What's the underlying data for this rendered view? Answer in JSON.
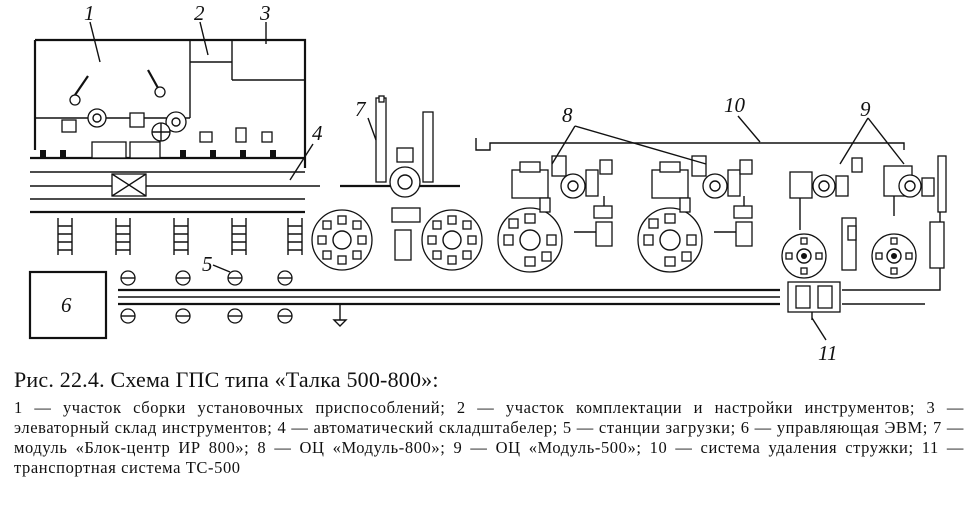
{
  "figure": {
    "callouts": [
      "1",
      "2",
      "3",
      "4",
      "5",
      "6",
      "7",
      "8",
      "9",
      "10",
      "11"
    ]
  },
  "caption": {
    "title": "Рис. 22.4. Схема ГПС типа «Талка 500-800»:",
    "body": "1 — участок сборки установочных приспособлений; 2 — участок комплектации и настройки инструментов; 3 — элеваторный склад инструментов; 4 — автоматический складштабелер; 5 — станции загрузки; 6 — управляющая ЭВМ; 7 — модуль «Блок-центр ИР 800»; 8 — ОЦ «Модуль-800»; 9 — ОЦ «Модуль-500»; 10 — система удаления стружки; 11 — транспортная система ТС-500"
  }
}
